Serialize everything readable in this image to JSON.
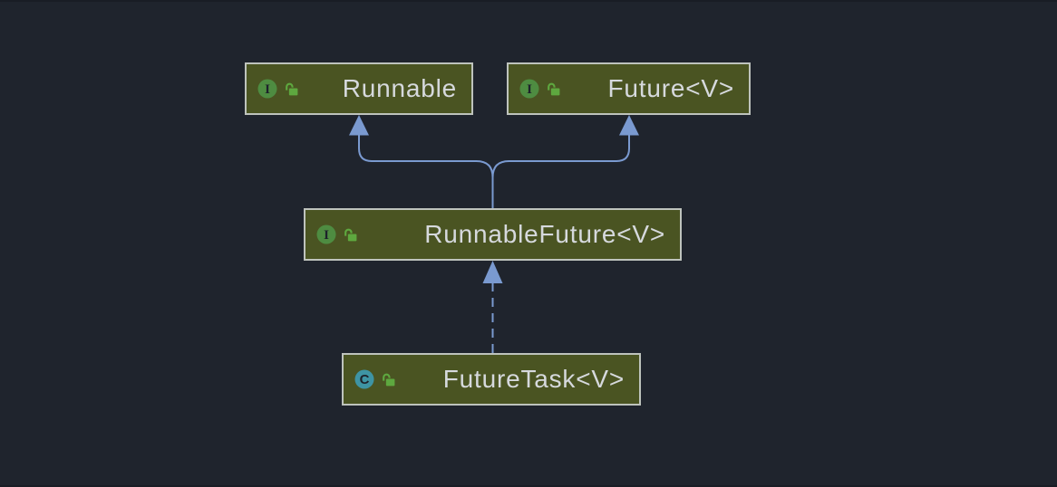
{
  "diagram": {
    "kind": "uml-class-diagram",
    "nodes": {
      "runnable": {
        "label": "Runnable",
        "badge": "I",
        "type": "interface",
        "visibility": "public"
      },
      "future": {
        "label": "Future<V>",
        "badge": "I",
        "type": "interface",
        "visibility": "public"
      },
      "runnable_future": {
        "label": "RunnableFuture<V>",
        "badge": "I",
        "type": "interface",
        "visibility": "public"
      },
      "future_task": {
        "label": "FutureTask<V>",
        "badge": "C",
        "type": "class",
        "visibility": "public"
      }
    },
    "edges": [
      {
        "from": "RunnableFuture<V>",
        "to": "Runnable",
        "relation": "extends",
        "line": "solid"
      },
      {
        "from": "RunnableFuture<V>",
        "to": "Future<V>",
        "relation": "extends",
        "line": "solid"
      },
      {
        "from": "FutureTask<V>",
        "to": "RunnableFuture<V>",
        "relation": "implements",
        "line": "dashed"
      }
    ]
  },
  "colors": {
    "background": "#1F242D",
    "node_fill": "#4A5422",
    "node_border": "#BEC3BD",
    "node_text": "#D6D9DD",
    "edge": "#7A9AD0",
    "interface_badge": "#4E8C41",
    "class_badge": "#3E94A4",
    "badge_letter": "#1D222B",
    "lock": "#5EA83F"
  }
}
